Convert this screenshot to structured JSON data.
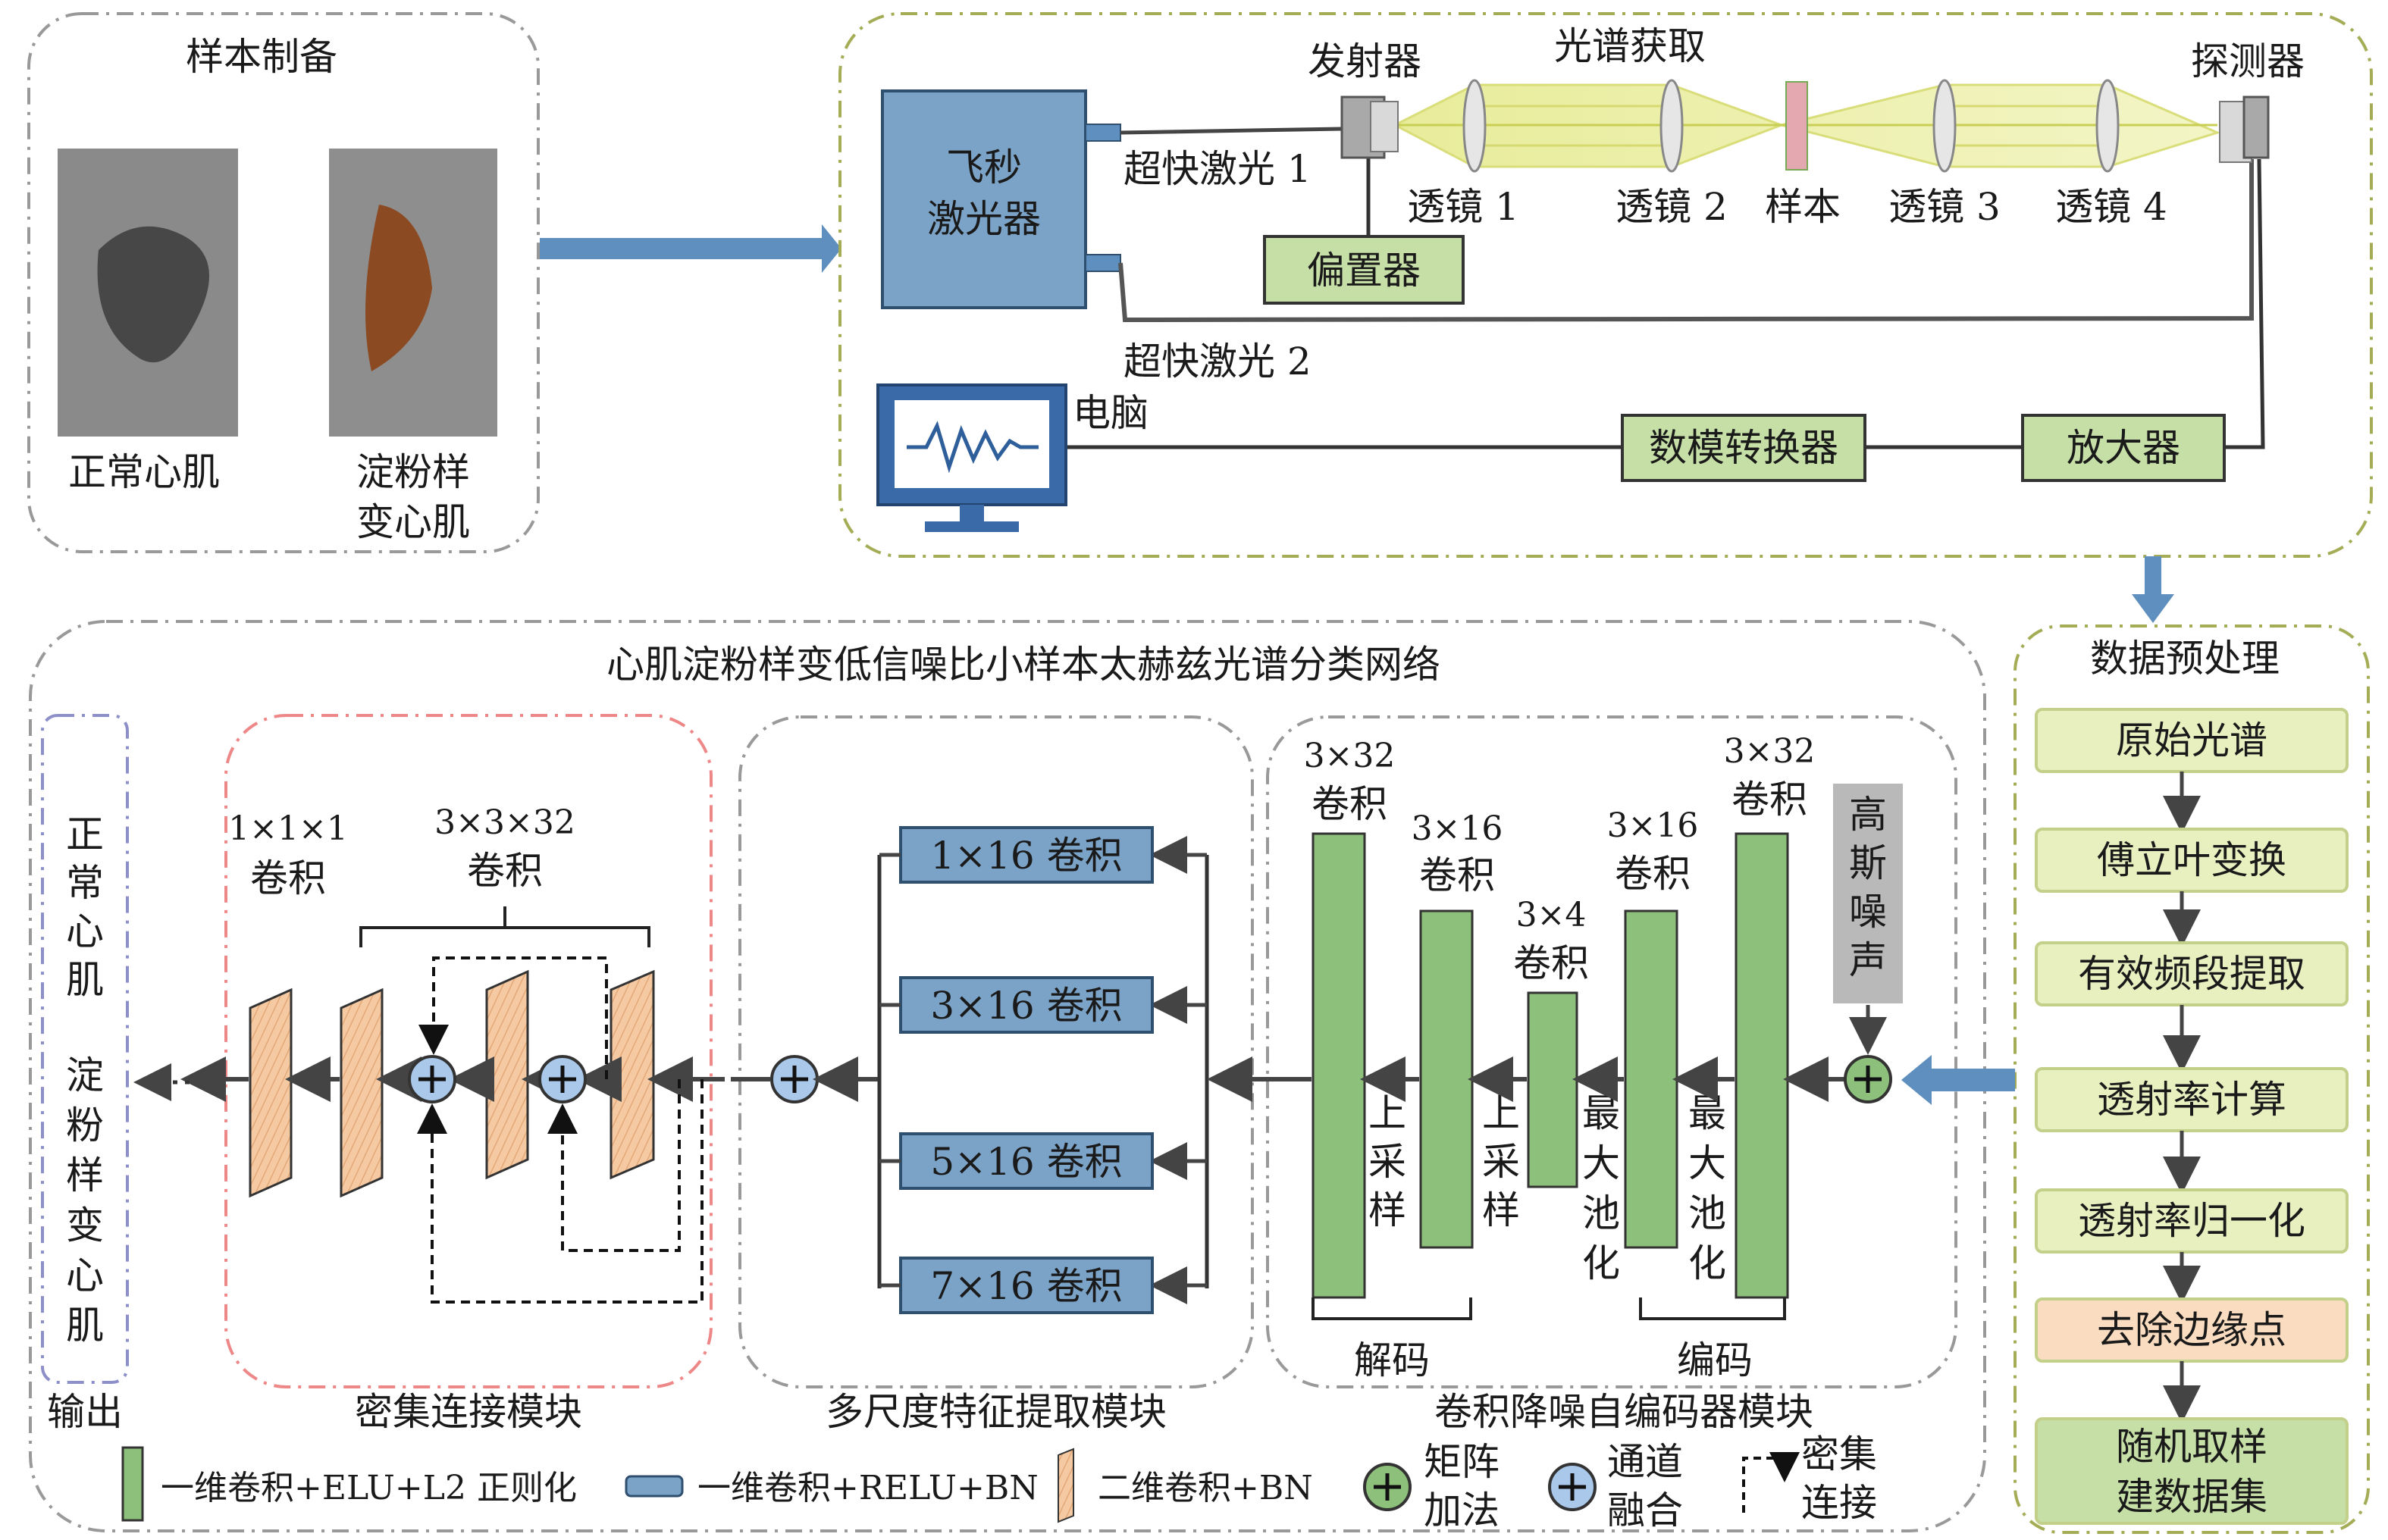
{
  "sample_prep": {
    "title": "样本制备",
    "normal_label": "正常心肌",
    "amyloid_label_1": "淀粉样",
    "amyloid_label_2": "变心肌"
  },
  "acquisition": {
    "laser_line1": "飞秒",
    "laser_line2": "激光器",
    "emitter": "发射器",
    "spectrum_acq": "光谱获取",
    "detector": "探测器",
    "pulse1": "超快激光 1",
    "pulse2": "超快激光 2",
    "lens1": "透镜 1",
    "lens2": "透镜 2",
    "sample": "样本",
    "lens3": "透镜 3",
    "lens4": "透镜 4",
    "bias": "偏置器",
    "computer": "电脑",
    "dac": "数模转换器",
    "amplifier": "放大器"
  },
  "preprocess": {
    "title": "数据预处理",
    "steps": [
      "原始光谱",
      "傅立叶变换",
      "有效频段提取",
      "透射率计算",
      "透射率归一化",
      "去除边缘点",
      "随机取样",
      "建数据集"
    ]
  },
  "network": {
    "title": "心肌淀粉样变低信噪比小样本太赫兹光谱分类网络",
    "output_label": "输出",
    "output_normal": [
      "正",
      "常",
      "心",
      "肌"
    ],
    "output_amyloid": [
      "淀",
      "粉",
      "样",
      "变",
      "心",
      "肌"
    ],
    "dense_title": "密集连接模块",
    "dense_conv1_a": "1×1×1",
    "dense_conv1_b": "卷积",
    "dense_conv2_a": "3×3×32",
    "dense_conv2_b": "卷积",
    "multiscale_title": "多尺度特征提取模块",
    "ms_convs": [
      "1×16 卷积",
      "3×16 卷积",
      "5×16 卷积",
      "7×16 卷积"
    ],
    "ae_title": "卷积降噪自编码器模块",
    "ae_decode": "解码",
    "ae_encode": "编码",
    "ae_c1_a": "3×32",
    "ae_c1_b": "卷积",
    "ae_c2_a": "3×16",
    "ae_c2_b": "卷积",
    "ae_c3_a": "3×4",
    "ae_c3_b": "卷积",
    "ae_c4_a": "3×16",
    "ae_c4_b": "卷积",
    "ae_c5_a": "3×32",
    "ae_c5_b": "卷积",
    "upsample": [
      "上",
      "采",
      "样"
    ],
    "maxpool": [
      "最",
      "大",
      "池",
      "化"
    ],
    "noise": [
      "高",
      "斯",
      "噪",
      "声"
    ]
  },
  "legend": {
    "conv1d_elu": "一维卷积+ELU+L2 正则化",
    "conv1d_relu": "一维卷积+RELU+BN",
    "conv2d_bn": "二维卷积+BN",
    "matrix_add_1": "矩阵",
    "matrix_add_2": "加法",
    "channel_fuse_1": "通道",
    "channel_fuse_2": "融合",
    "dense_conn_1": "密集",
    "dense_conn_2": "连接"
  },
  "colors": {
    "green_block": "#8dc07a",
    "blue_block": "#7ba3c8",
    "orange_block": "#f3c8a0",
    "label_box": "#c5dfa6",
    "preprocess_box": "#e8f0c0"
  }
}
